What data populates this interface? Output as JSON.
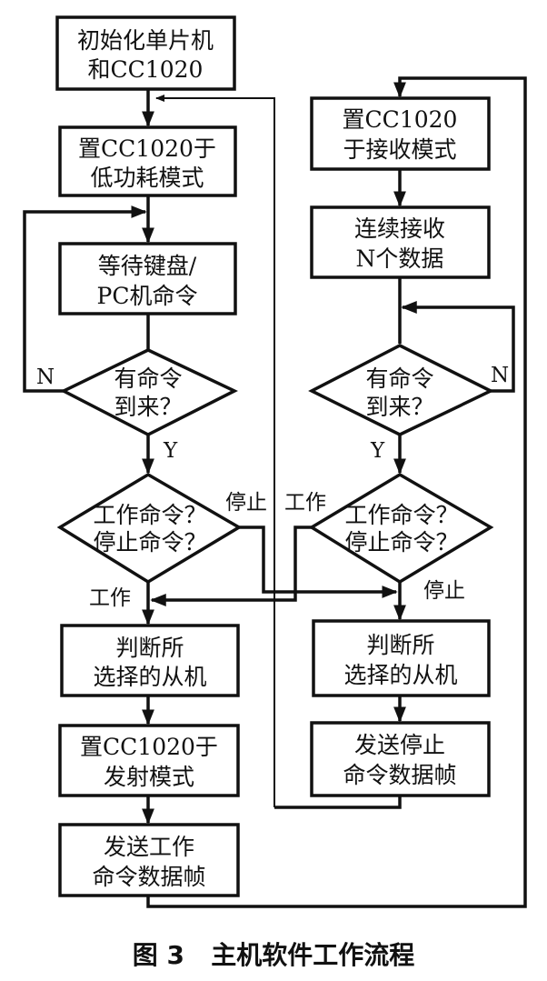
{
  "nodes": {
    "init": [
      "初始化单片机",
      "和CC1020"
    ],
    "low_power": [
      "置CC1020于",
      "低功耗模式"
    ],
    "wait_cmd": [
      "等待键盘/",
      "PC机命令"
    ],
    "has_cmd_left": [
      "有命令",
      "到来？"
    ],
    "work_or_stop_left": [
      "工作命令？",
      "停止命令？"
    ],
    "judge_slave_left": [
      "判断所",
      "选择的从机"
    ],
    "tx_mode": [
      "置CC1020于",
      "发射模式"
    ],
    "send_work": [
      "发送工作",
      "命令数据帧"
    ],
    "rx_mode": [
      "置CC1020",
      "于接收模式"
    ],
    "recv_n": [
      "连续接收",
      "N个数据"
    ],
    "has_cmd_right": [
      "有命令",
      "到来？"
    ],
    "work_or_stop_right": [
      "工作命令？",
      "停止命令？"
    ],
    "judge_slave_right": [
      "判断所",
      "选择的从机"
    ],
    "send_stop": [
      "发送停止",
      "命令数据帧"
    ]
  },
  "edge_labels": {
    "n_left": "N",
    "y_left": "Y",
    "n_right": "N",
    "y_right": "Y",
    "stop_left": "停止",
    "work_right": "工作",
    "work_left": "工作",
    "stop_right": "停止"
  },
  "caption": "图 3   主机软件工作流程"
}
